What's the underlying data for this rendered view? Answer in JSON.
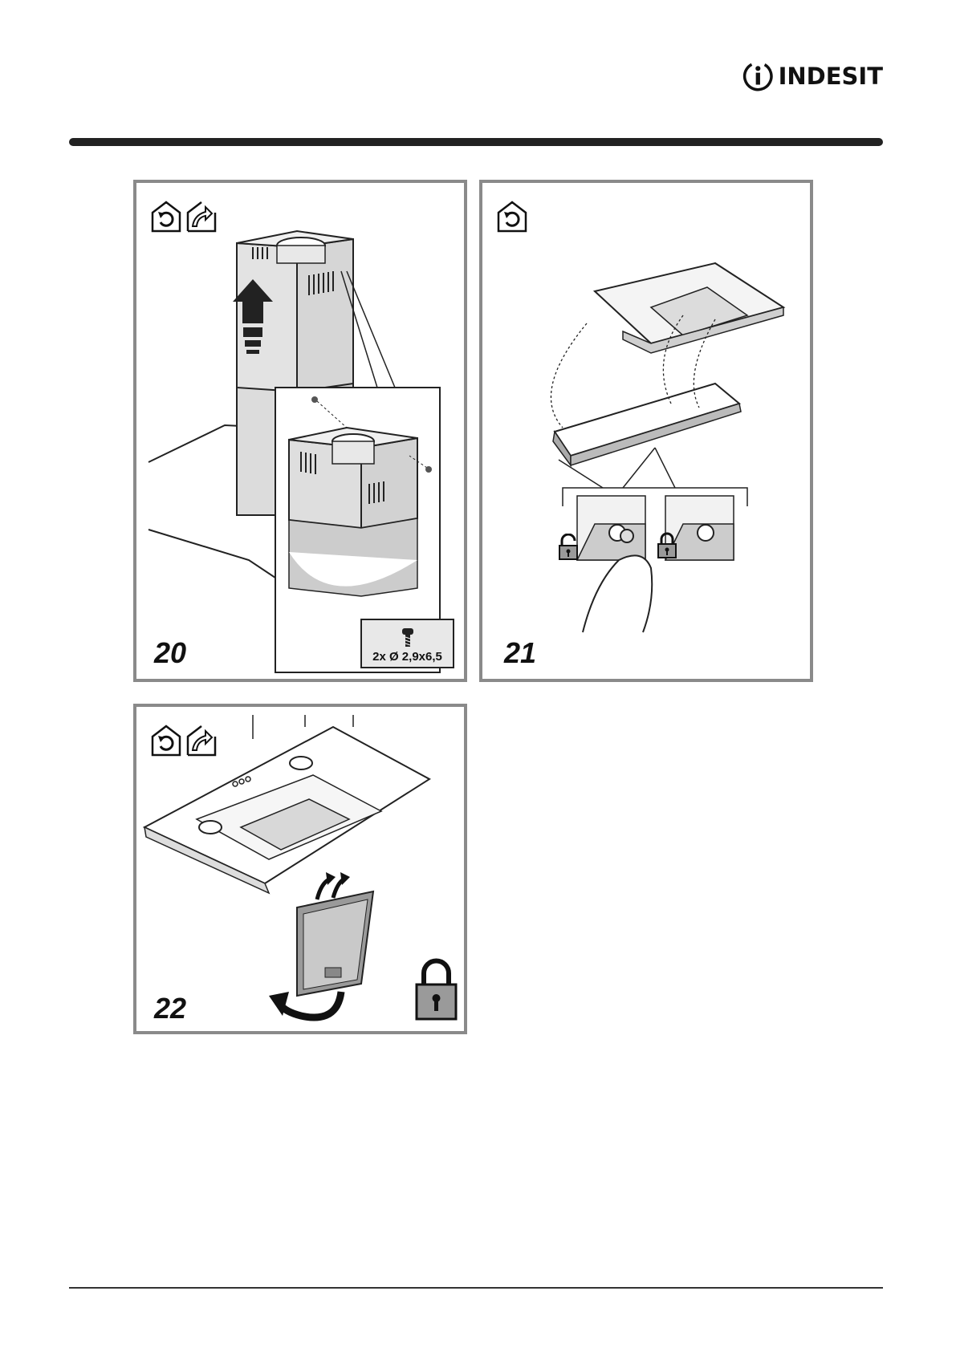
{
  "header": {
    "brand": "INDESIT"
  },
  "figures": [
    {
      "number": "20",
      "screw_spec": "2x Ø 2,9x6,5"
    },
    {
      "number": "21"
    },
    {
      "number": "22"
    }
  ],
  "icons": {
    "recirculation": "recirculation-house-icon",
    "extraction": "extraction-house-icon",
    "lock": "lock-icon",
    "unlock": "unlock-icon",
    "screw": "screw-icon"
  },
  "colors": {
    "frame": "#8a8a8a",
    "rule": "#222222",
    "fill_light": "#e6e6e6"
  }
}
